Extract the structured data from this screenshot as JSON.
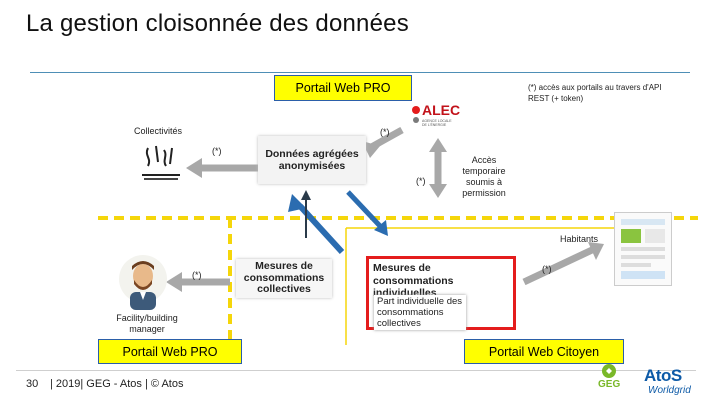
{
  "slide": {
    "title": "La gestion cloisonnée des données",
    "page_number": "30",
    "footer": "| 2019| GEG - Atos | © Atos"
  },
  "header": {
    "portal_pro_top": "Portail Web PRO",
    "api_note": "(*) accès aux portails au travers d'API REST (+ token)"
  },
  "actors": {
    "collectivites": "Collectivités",
    "alec_logo": "ALEC",
    "alec_tagline": "AGENCE LOCALE DE L'ÉNERGIE",
    "habitants": "Habitants",
    "facility_manager": "Facility/building manager"
  },
  "data_blocks": {
    "aggregated": "Données agrégées anonymisées",
    "collective": "Mesures de consommations collectives",
    "individual": "Mesures de consommations individuelles",
    "individual_share": "Part individuelle des consommations collectives"
  },
  "access_note": "Accès temporaire soumis à permission",
  "asterisk": "(*)",
  "portals": {
    "pro_bottom": "Portail Web PRO",
    "citoyen": "Portail Web Citoyen"
  },
  "logos": {
    "geg": "GEG",
    "atos": "AtoS",
    "worldgrid": "Worldgrid"
  },
  "colors": {
    "accent_yellow": "#ffff00",
    "dashed_yellow": "#f5d60a",
    "red": "#e41c1c",
    "arrow_blue": "#2b6cb0",
    "gray_arrow": "#9a9a9a",
    "box_border": "#2b5ea8"
  }
}
